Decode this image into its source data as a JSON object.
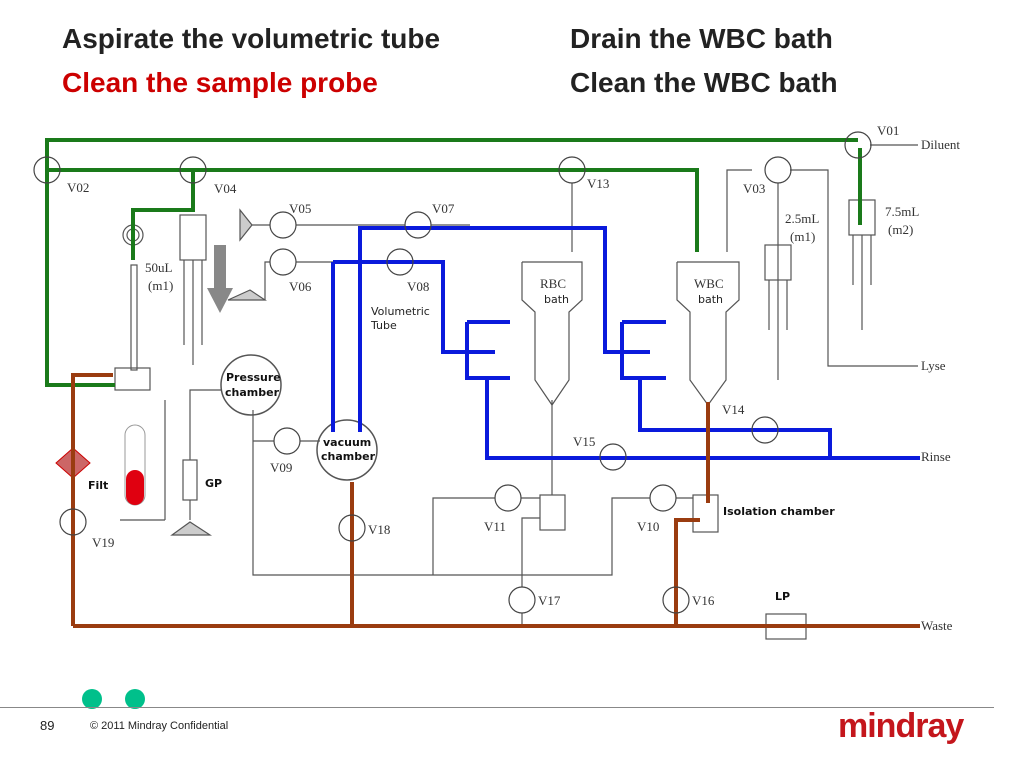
{
  "slide": {
    "titles_overlapping": [
      "Aspirate the volumetric tube",
      "Drain the WBC bath",
      "Clean the WBC bath"
    ],
    "title_active": "Clean the sample probe",
    "title_active_color": "#cc0000",
    "page_number": "89",
    "copyright": "© 2011 Mindray Confidential",
    "logo": "mindray"
  },
  "diagram": {
    "valves": [
      "V01",
      "V02",
      "V03",
      "V04",
      "V05",
      "V06",
      "V07",
      "V08",
      "V09",
      "V10",
      "V11",
      "V13",
      "V14",
      "V15",
      "V16",
      "V17",
      "V18",
      "V19"
    ],
    "labels": {
      "diluent": "Diluent",
      "lyse": "Lyse",
      "rinse": "Rinse",
      "waste": "Waste",
      "syringe_50": "50uL",
      "syringe_50_m": "(m1)",
      "syringe_25": "2.5mL",
      "syringe_25_m": "(m1)",
      "syringe_75": "7.5mL",
      "syringe_75_m": "(m2)",
      "rbc_bath_1": "RBC",
      "rbc_bath_2": "bath",
      "wbc_bath_1": "WBC",
      "wbc_bath_2": "bath",
      "volumetric_1": "Volumetric",
      "volumetric_2": "Tube",
      "pressure_1": "Pressure",
      "pressure_2": "chamber",
      "vacuum_1": "vacuum",
      "vacuum_2": "chamber",
      "isolation": "Isolation chamber",
      "filter": "Filt",
      "gp": "GP",
      "lp": "LP"
    },
    "line_colors": {
      "diluent_path": "#1a7a1a",
      "rinse_path": "#0a1adc",
      "waste_path": "#9a3c10",
      "idle": "#555555"
    }
  }
}
